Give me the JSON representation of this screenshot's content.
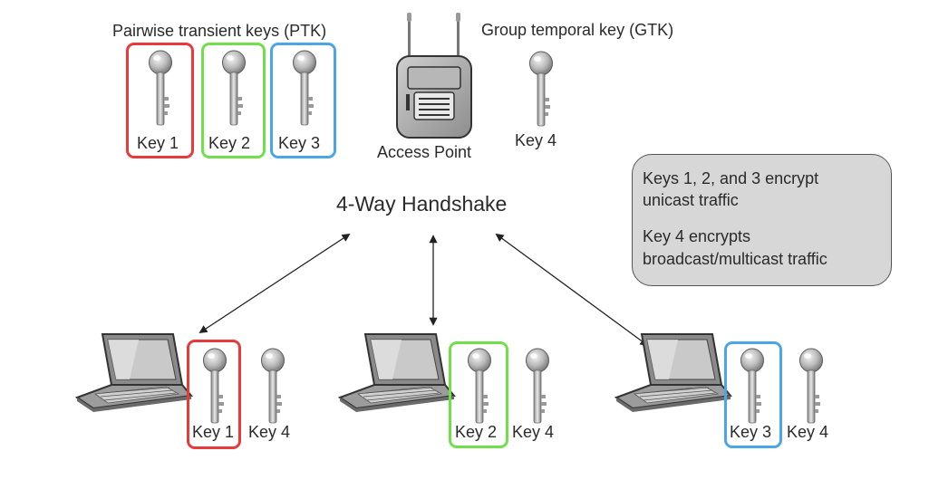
{
  "ptk_label": "Pairwise transient keys (PTK)",
  "gtk_label": "Group temporal key (GTK)",
  "access_point_label": "Access Point",
  "handshake_label": "4-Way Handshake",
  "top_keys": [
    "Key 1",
    "Key 2",
    "Key 3"
  ],
  "gtk_key": "Key 4",
  "note": {
    "line1": "Keys 1, 2, and 3 encrypt",
    "line2": "unicast traffic",
    "line3": "Key 4 encrypts",
    "line4": "broadcast/multicast traffic"
  },
  "clients": [
    {
      "key": "Key 1",
      "gtk": "Key 4"
    },
    {
      "key": "Key 2",
      "gtk": "Key 4"
    },
    {
      "key": "Key 3",
      "gtk": "Key 4"
    }
  ],
  "colors": {
    "key1": "#e83a3a",
    "key2": "#6fe04a",
    "key3": "#4aa6e6"
  }
}
